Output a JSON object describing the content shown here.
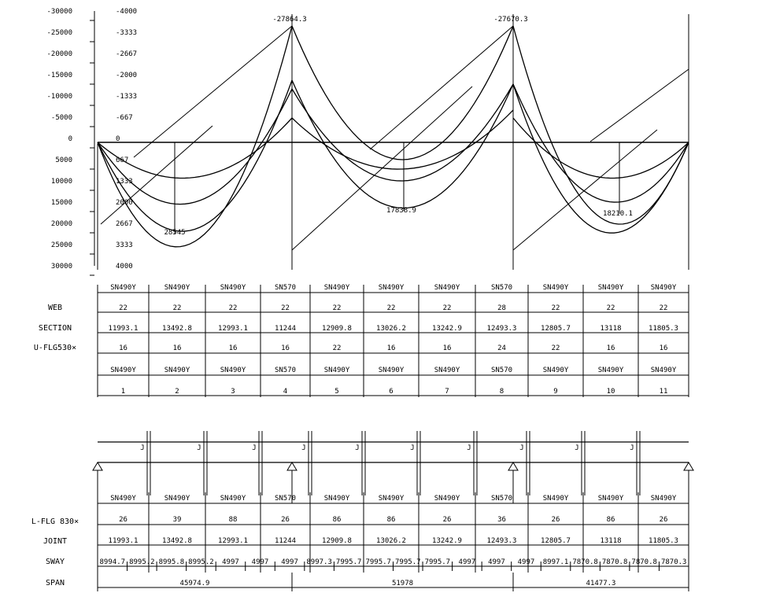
{
  "moment_axis": {
    "left_labels": [
      "-30000",
      "-25000",
      "-20000",
      "-15000",
      "-10000",
      "-5000",
      "0",
      "5000",
      "10000",
      "15000",
      "20000",
      "25000",
      "30000"
    ],
    "right_labels": [
      "-4000",
      "-3333",
      "-2667",
      "-2000",
      "-1333",
      "-667",
      "0",
      "667",
      "1333",
      "2000",
      "2667",
      "3333",
      "4000"
    ]
  },
  "peaks": {
    "support_b": "-27864.3",
    "support_c": "-27670.3",
    "span1_max": "28545",
    "span2_max": "17838.9",
    "span3_max": "18210.1"
  },
  "row_labels": {
    "web": "WEB",
    "section": "SECTION",
    "uflg": "U-FLG530×",
    "lflg": "L-FLG 830×",
    "joint": "JOINT",
    "sway": "SWAY",
    "span": "SPAN"
  },
  "upper_table": {
    "grade_top": [
      "SN490Y",
      "SN490Y",
      "SN490Y",
      "SN570",
      "SN490Y",
      "SN490Y",
      "SN490Y",
      "SN570",
      "SN490Y",
      "SN490Y",
      "SN490Y"
    ],
    "web": [
      "22",
      "22",
      "22",
      "22",
      "22",
      "22",
      "22",
      "28",
      "22",
      "22",
      "22"
    ],
    "section": [
      "11993.1",
      "13492.8",
      "12993.1",
      "11244",
      "12909.8",
      "13026.2",
      "13242.9",
      "12493.3",
      "12805.7",
      "13118",
      "11805.3"
    ],
    "uflg": [
      "16",
      "16",
      "16",
      "16",
      "22",
      "16",
      "16",
      "24",
      "22",
      "16",
      "16"
    ],
    "grade_mid": [
      "SN490Y",
      "SN490Y",
      "SN490Y",
      "SN570",
      "SN490Y",
      "SN490Y",
      "SN490Y",
      "SN570",
      "SN490Y",
      "SN490Y",
      "SN490Y"
    ],
    "index": [
      "1",
      "2",
      "3",
      "4",
      "5",
      "6",
      "7",
      "8",
      "9",
      "10",
      "11"
    ]
  },
  "joint_marks": [
    "J",
    "J",
    "J",
    "J",
    "J",
    "J",
    "J",
    "J",
    "J",
    "J"
  ],
  "lower_table": {
    "grade": [
      "SN490Y",
      "SN490Y",
      "SN490Y",
      "SN570",
      "SN490Y",
      "SN490Y",
      "SN490Y",
      "SN570",
      "SN490Y",
      "SN490Y",
      "SN490Y"
    ],
    "lflg": [
      "26",
      "39",
      "88",
      "26",
      "86",
      "86",
      "26",
      "36",
      "26",
      "86",
      "26"
    ],
    "joint": [
      "11993.1",
      "13492.8",
      "12993.1",
      "11244",
      "12909.8",
      "13026.2",
      "13242.9",
      "12493.3",
      "12805.7",
      "13118",
      "11805.3"
    ]
  },
  "sway": [
    "8994.7",
    "8995.2",
    "8995.8",
    "8995.2",
    "4997",
    "4997",
    "4997",
    "8997.3",
    "7995.7",
    "7995.7",
    "7995.7",
    "7995.7",
    "4997",
    "4997",
    "4997",
    "8997.1",
    "7870.8",
    "7870.8",
    "7870.8",
    "7870.3"
  ],
  "span": [
    "45974.9",
    "51978",
    "41477.3"
  ]
}
